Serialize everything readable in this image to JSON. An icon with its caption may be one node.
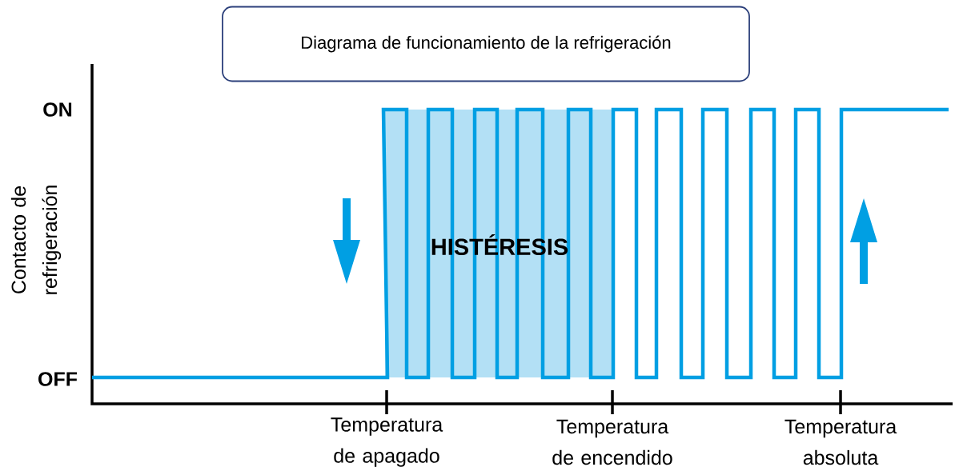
{
  "diagram": {
    "nodes": [
      {
        "text": [
          "Diagrama de funcionamiento de la refrigeración"
        ]
      }
    ],
    "labels": [
      "ON",
      "OFF",
      "Contacto de refrigeración",
      "HISTÉRESIS",
      "Temperatura de apagado",
      "Temperatura de encendido",
      "Temperatura absoluta"
    ]
  }
}
